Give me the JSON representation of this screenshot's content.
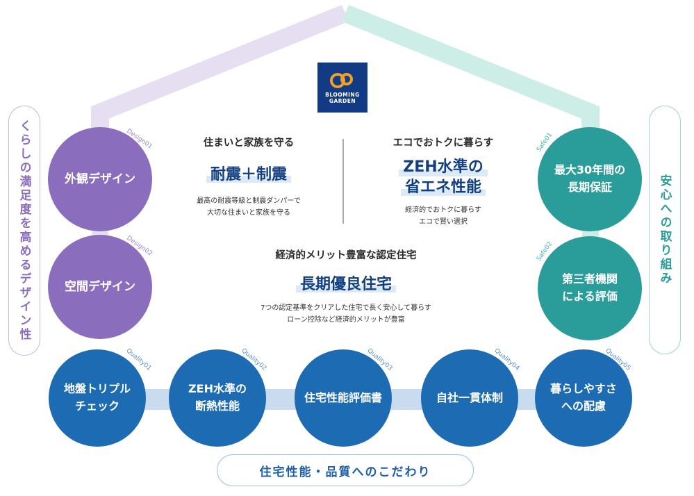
{
  "logo": {
    "line1": "BLOOMING",
    "line2": "GARDEN"
  },
  "left_label": "くらしの満足度を高めるデザイン性",
  "right_label": "安心への取り組み",
  "bottom_label": "住宅性能・品質へのこだわり",
  "design_items": [
    {
      "tag": "Design01",
      "label": "外観デザイン"
    },
    {
      "tag": "Design02",
      "label": "空間デザイン"
    }
  ],
  "safe_items": [
    {
      "tag": "Safe01",
      "label": "最大30年間の\n長期保証"
    },
    {
      "tag": "Safe02",
      "label": "第三者機関\nによる評価"
    }
  ],
  "quality_items": [
    {
      "tag": "Quality01",
      "label": "地盤トリプル\nチェック"
    },
    {
      "tag": "Quality02",
      "label": "ZEH水準の\n断熱性能"
    },
    {
      "tag": "Quality03",
      "label": "住宅性能評価書"
    },
    {
      "tag": "Quality04",
      "label": "自社一貫体制"
    },
    {
      "tag": "Quality05",
      "label": "暮らしやすさ\nへの配慮"
    }
  ],
  "center": {
    "left": {
      "heading": "住まいと家族を守る",
      "highlight": "耐震＋制震",
      "desc": "最高の耐震等級と制震ダンパーで\n大切な住まいと家族を守る"
    },
    "right": {
      "heading": "エコでおトクに暮らす",
      "highlight_line1": "ZEH水準の",
      "highlight_line2": "省エネ性能",
      "desc": "経済的でおトクに暮らす\nエコで賢い選択"
    },
    "bottom": {
      "heading": "経済的メリット豊富な認定住宅",
      "highlight": "長期優良住宅",
      "desc": "7つの認定基準をクリアした住宅で長く安心して暮らす\nローン控除など経済的メリットが豊富"
    }
  },
  "colors": {
    "roof_left": "#e6dff2",
    "roof_right": "#cdeee6",
    "purple": "#8a6dbd",
    "teal": "#2a9d9a",
    "blue": "#1d6bb3",
    "connector_blue": "#c9dcef",
    "navy": "#123f80"
  }
}
